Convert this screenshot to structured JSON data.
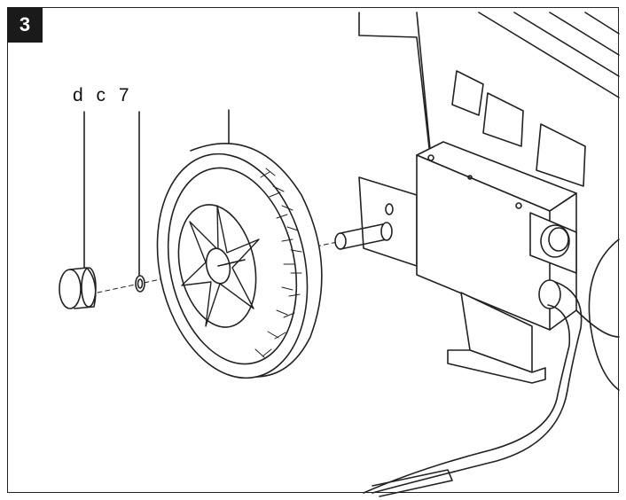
{
  "figure": {
    "number": "3",
    "callouts": [
      "d",
      "c",
      "7"
    ]
  },
  "colors": {
    "line": "#222222",
    "frame": "#222222",
    "badge": "#1a1a1a"
  }
}
